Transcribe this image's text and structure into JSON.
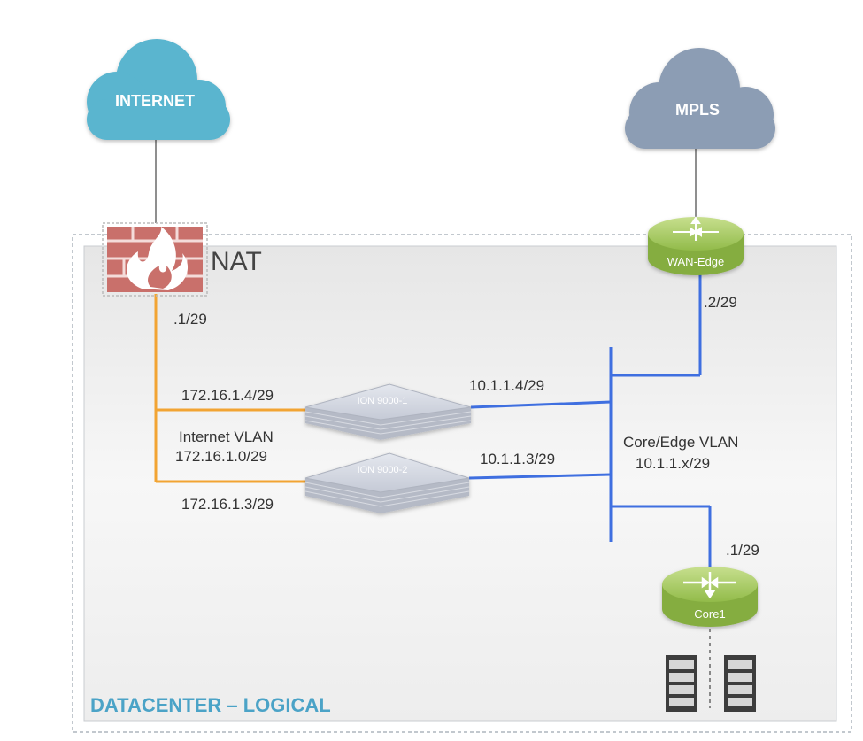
{
  "clouds": {
    "internet": "INTERNET",
    "mpls": "MPLS"
  },
  "devices": {
    "nat": "NAT",
    "wan_edge": "WAN-Edge",
    "ion1": "ION 9000-1",
    "ion2": "ION 9000-2",
    "core": "Core1"
  },
  "addresses": {
    "nat_side": ".1/29",
    "wan_edge_side": ".2/29",
    "ion1_internet": "172.16.1.4/29",
    "ion1_core": "10.1.1.4/29",
    "ion2_core": "10.1.1.3/29",
    "ion2_internet": "172.16.1.3/29",
    "core_side": ".1/29"
  },
  "vlans": {
    "internet_name": "Internet VLAN",
    "internet_subnet": "172.16.1.0/29",
    "core_name": "Core/Edge VLAN",
    "core_subnet": "10.1.1.x/29"
  },
  "zone_label": "DATACENTER – LOGICAL",
  "colors": {
    "internet_cloud": "#5ab5cf",
    "mpls_cloud": "#8c9db4",
    "router": "#a3c85a",
    "firewall": "#c9706b",
    "internet_link": "#f2a433",
    "core_link": "#3f6fe0",
    "zone_label": "#4ba3c7"
  }
}
